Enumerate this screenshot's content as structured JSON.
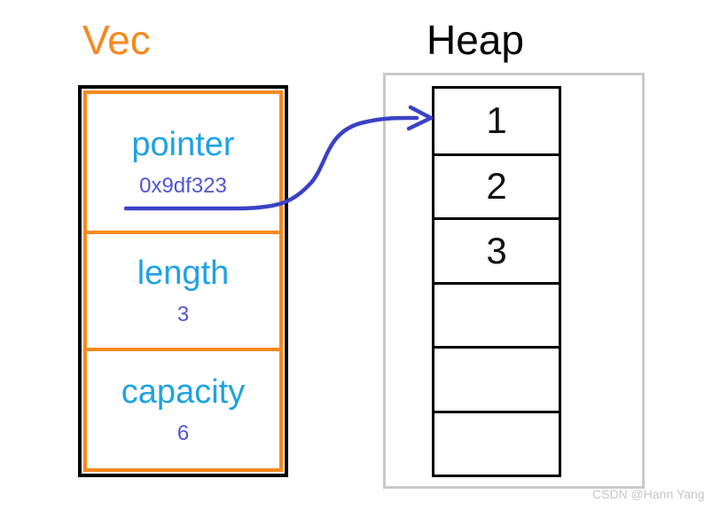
{
  "page": {
    "background": "#FFFFFF",
    "watermark": "CSDN @Hann Yang"
  },
  "vec": {
    "title": "Vec",
    "fields": [
      {
        "name": "pointer",
        "value": "0x9df323"
      },
      {
        "name": "length",
        "value": "3"
      },
      {
        "name": "capacity",
        "value": "6"
      }
    ],
    "colors": {
      "title": "#F68920",
      "border_outer": "#000000",
      "border_inner": "#F68920",
      "label": "#1EA2E4",
      "value": "#5353D6"
    }
  },
  "heap": {
    "title": "Heap",
    "cells": [
      "1",
      "2",
      "3",
      "",
      "",
      ""
    ],
    "colors": {
      "outer_border": "#C9C9C9",
      "cell_border": "#000000",
      "value": "#111111"
    }
  },
  "arrow": {
    "description": "pointer 0x9df323 points to first heap cell",
    "color": "#3A41C6"
  }
}
